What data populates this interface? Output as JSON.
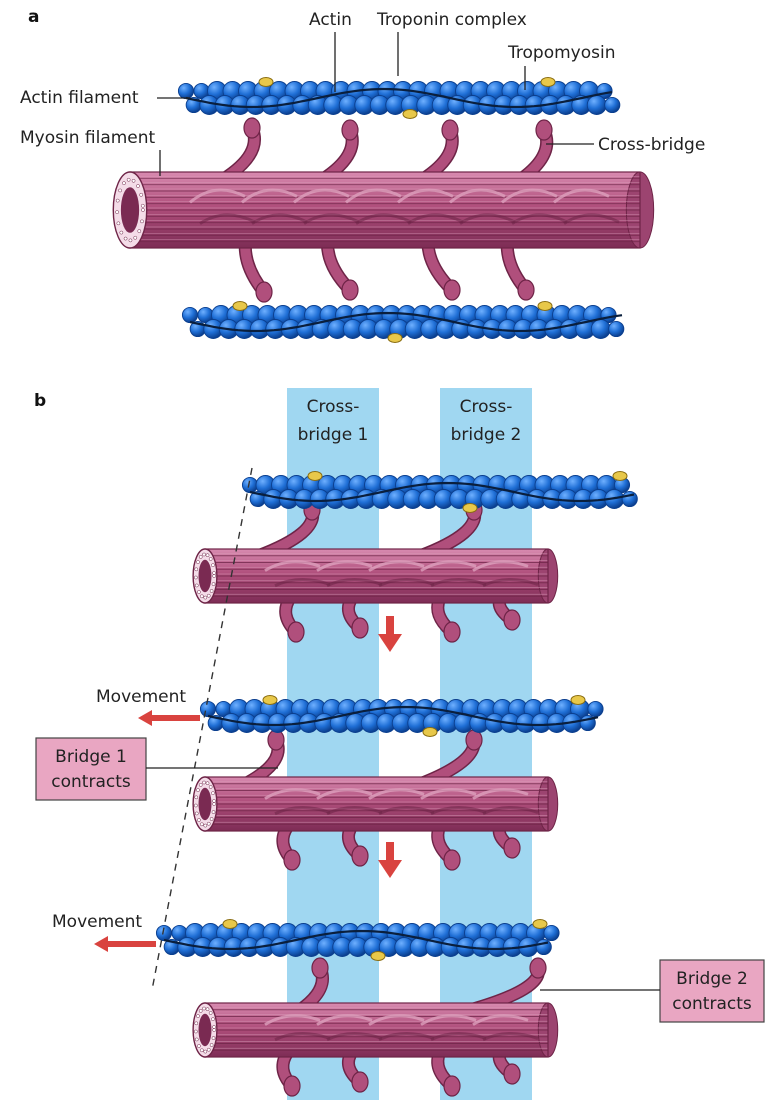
{
  "panels": {
    "a": "a",
    "b": "b"
  },
  "labels": {
    "actin": "Actin",
    "troponin": "Troponin complex",
    "tropomyosin": "Tropomyosin",
    "actin_filament": "Actin filament",
    "myosin_filament": "Myosin filament",
    "cross_bridge": "Cross-bridge"
  },
  "columns": [
    {
      "line1": "Cross-",
      "line2": "bridge 1"
    },
    {
      "line1": "Cross-",
      "line2": "bridge 2"
    }
  ],
  "movement": "Movement",
  "callouts": {
    "bridge1": {
      "line1": "Bridge 1",
      "line2": "contracts"
    },
    "bridge2": {
      "line1": "Bridge 2",
      "line2": "contracts"
    }
  },
  "colors": {
    "actin_bead": "#1f6fd6",
    "actin_bead_dark": "#0b3f8f",
    "myosin": "#b04f7c",
    "myosin_dark": "#6e2447",
    "myosin_light": "#dda0bd",
    "troponin": "#e8c84a",
    "column": "#8fd0ee",
    "callout_fill": "#e9a6c2",
    "arrow": "#d9433f"
  }
}
